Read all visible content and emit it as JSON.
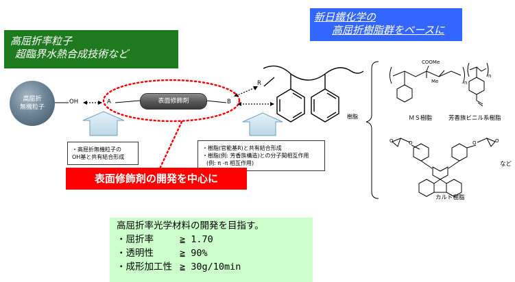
{
  "banners": {
    "green": {
      "line1": "高屈折率粒子",
      "line2": "超臨界水熱合成技術など",
      "color": "#1f7a1f"
    },
    "blue": {
      "line1": "新日鐵化学の",
      "line2": "高屈折樹脂群をベースに",
      "color": "#3366ff"
    },
    "red": {
      "text": "表面修飾剤の開発を中心に",
      "color": "#ff0000"
    }
  },
  "diagram": {
    "particle": {
      "line1": "高屈折",
      "line2": "無機粒子"
    },
    "oh_label": "OH",
    "a_label": "A",
    "agent_label": "表面修飾剤",
    "b_label": "B",
    "r_label": "R",
    "resin_label": "樹脂"
  },
  "notes": {
    "left": [
      "・高屈折無機粒子の",
      "OH基と共有結合形成"
    ],
    "right": [
      "・樹脂(官能基R)と共有結合形成",
      "・樹脂(例: 芳香族構造)との分子間相互作用",
      "(例: π -π 相互作用)"
    ]
  },
  "structures": {
    "ms_label": "ＭＳ樹脂",
    "ms_cooome": "COOMe",
    "ms_me": "Me",
    "n": "n",
    "aromatic_label": "芳香族ビニル系樹脂",
    "cardo_label": "カルド樹脂",
    "etc": "など"
  },
  "target": {
    "heading": "高屈折率光学材料の開発を目指す。",
    "items": [
      {
        "name": "・屈折率",
        "value": "≧ 1.70"
      },
      {
        "name": "・透明性",
        "value": "≧ 90%"
      },
      {
        "name": "・成形加工性",
        "value": "≧ 30g/10min"
      }
    ]
  }
}
